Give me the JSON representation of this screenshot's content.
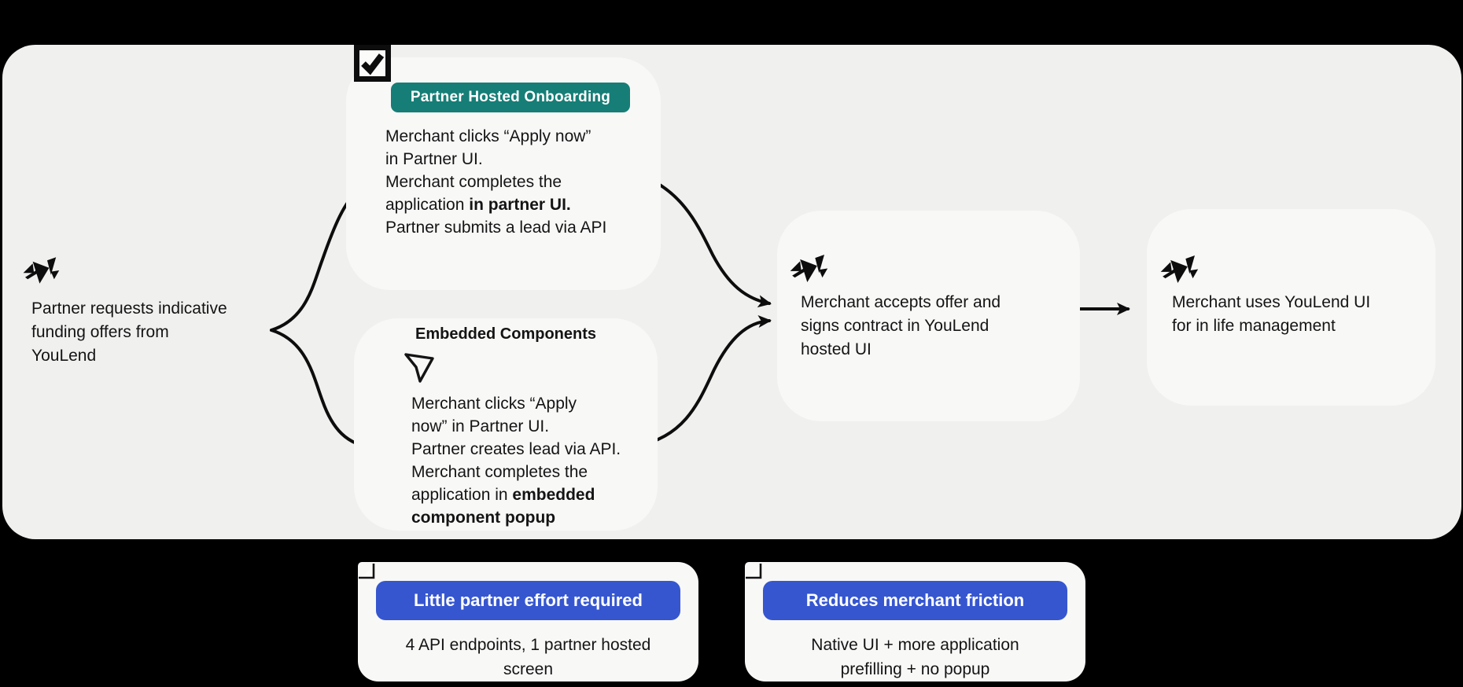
{
  "colors": {
    "background": "#000000",
    "panel": "#f0f0ef",
    "card": "#f8f8f7",
    "teal_badge": "#167e76",
    "blue_badge": "#3656d0",
    "text": "#141414"
  },
  "start": {
    "rows": [
      [
        {
          "t": "Partner requests indicative"
        }
      ],
      [
        {
          "t": "funding offers from"
        }
      ],
      [
        {
          "t": "YouLend"
        }
      ]
    ]
  },
  "cards": {
    "partner_hosted": {
      "badge": "Partner Hosted Onboarding",
      "rows": [
        [
          {
            "t": "Merchant clicks “Apply now”"
          }
        ],
        [
          {
            "t": "in Partner UI."
          }
        ],
        [
          {
            "t": "Merchant completes the"
          }
        ],
        [
          {
            "t": "application "
          },
          {
            "t": "in partner UI.",
            "b": true
          }
        ],
        [
          {
            "t": "Partner submits a lead via API"
          }
        ]
      ]
    },
    "embedded_components": {
      "title": "Embedded Components",
      "rows": [
        [
          {
            "t": "Merchant clicks “Apply"
          }
        ],
        [
          {
            "t": "now” in Partner UI."
          }
        ],
        [
          {
            "t": "Partner creates lead via API."
          }
        ],
        [
          {
            "t": "Merchant completes the"
          }
        ],
        [
          {
            "t": "application in "
          },
          {
            "t": "embedded",
            "b": true
          }
        ],
        [
          {
            "t": "component popup",
            "b": true
          }
        ]
      ]
    },
    "accept_offer": {
      "rows": [
        [
          {
            "t": "Merchant accepts offer and"
          }
        ],
        [
          {
            "t": "signs contract in YouLend"
          }
        ],
        [
          {
            "t": "hosted UI"
          }
        ]
      ]
    },
    "in_life": {
      "rows": [
        [
          {
            "t": "Merchant uses YouLend UI"
          }
        ],
        [
          {
            "t": "for in life management"
          }
        ]
      ]
    }
  },
  "notes": {
    "partner_effort": {
      "badge": "Little partner effort required",
      "rows": [
        [
          {
            "t": "4 API endpoints, 1 partner hosted"
          }
        ],
        [
          {
            "t": "screen"
          }
        ]
      ]
    },
    "merchant_friction": {
      "badge": "Reduces merchant friction",
      "rows": [
        [
          {
            "t": "Native UI + more application"
          }
        ],
        [
          {
            "t": "prefilling + no popup"
          }
        ]
      ]
    }
  },
  "icons": {
    "checkbox": "checked-checkbox-icon",
    "cursor": "cursor-arrow-icon",
    "logo": "youlend-logo-icon",
    "fold": "folded-corner-icon"
  }
}
